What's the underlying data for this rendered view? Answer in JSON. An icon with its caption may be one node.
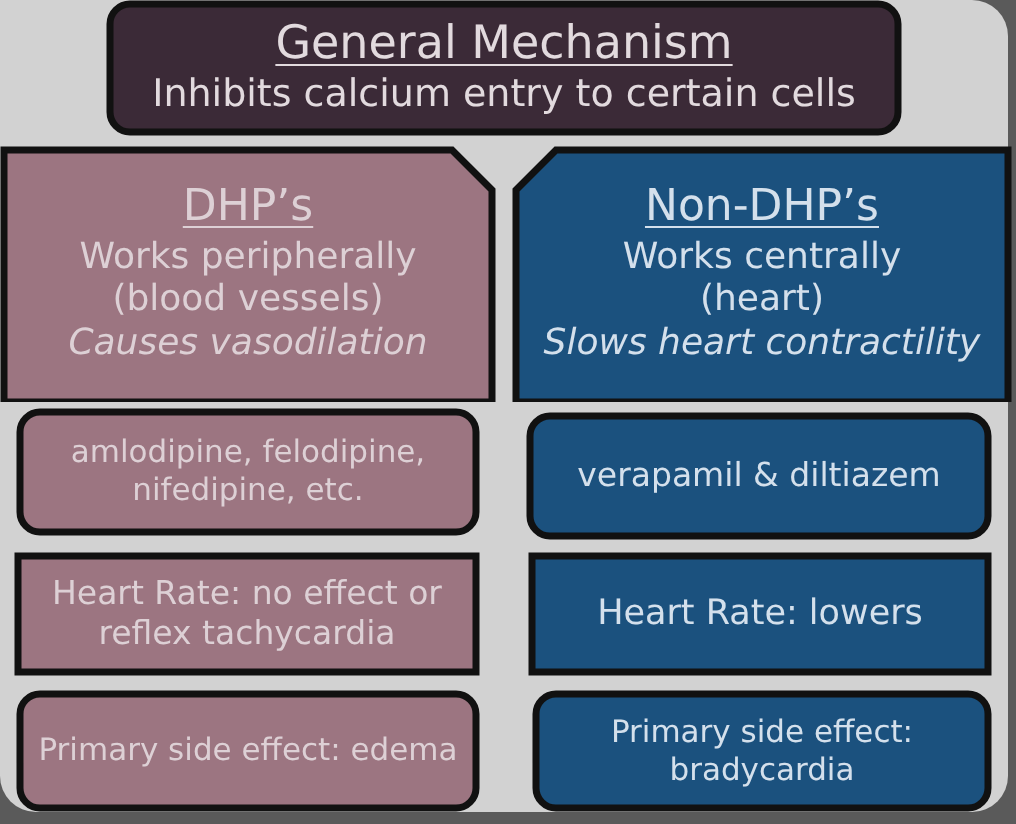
{
  "diagram": {
    "nodes": [
      {
        "text": [
          "General Mechanism",
          "Inhibits calcium entry to certain cells"
        ]
      },
      {
        "text": [
          "DHP’s",
          "Works peripherally (blood vessels)",
          "Causes vasodilation"
        ]
      },
      {
        "text": [
          "Non-DHP’s",
          "Works centrally (heart)",
          "Slows heart contractility"
        ]
      },
      {
        "text": [
          "amlodipine, felodipine, nifedipine, etc."
        ]
      },
      {
        "text": [
          "verapamil & diltiazem"
        ]
      },
      {
        "text": [
          "Heart Rate: no effect or reflex tachycardia"
        ]
      },
      {
        "text": [
          "Heart Rate: lowers"
        ]
      },
      {
        "text": [
          "Primary side effect: edema"
        ]
      },
      {
        "text": [
          "Primary side effect: bradycardia"
        ]
      }
    ]
  }
}
